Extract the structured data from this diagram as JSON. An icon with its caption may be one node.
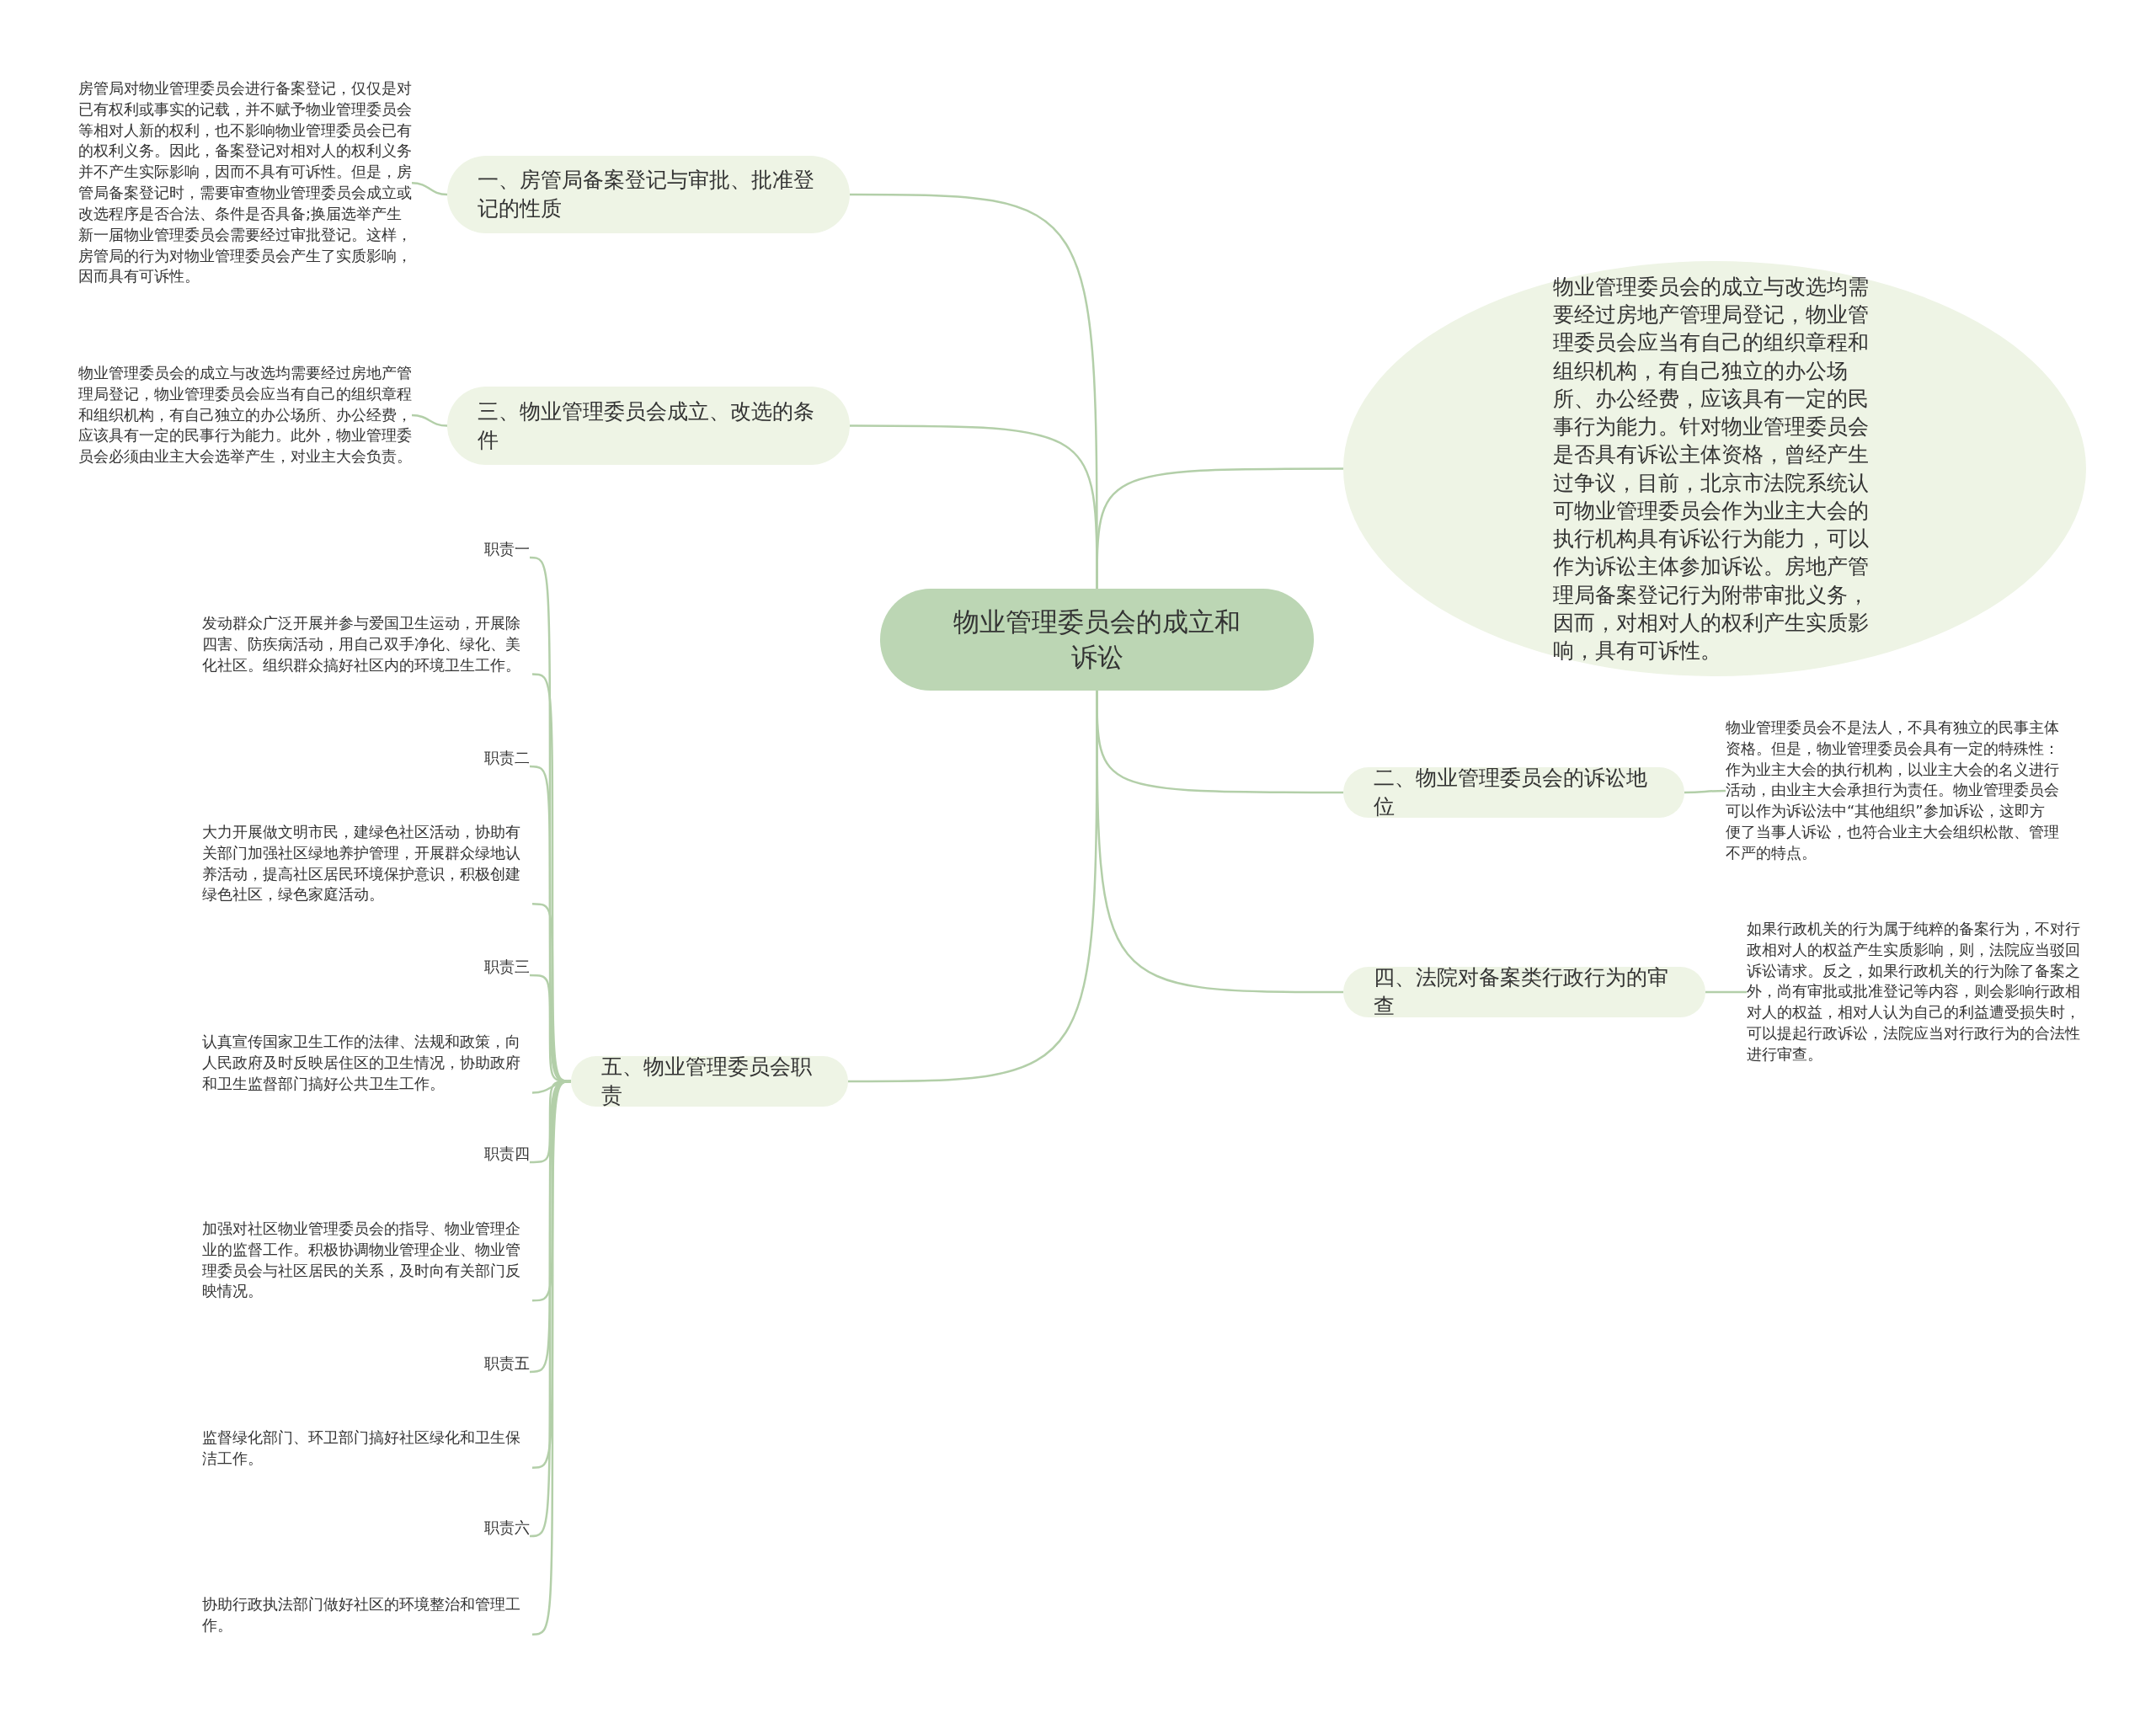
{
  "diagram": {
    "nodes": [
      {
        "text": [
          "物业管理委员会的成立和诉讼"
        ]
      },
      {
        "text": [
          "一、房管局备案登记与审批、批准登记的性质"
        ]
      },
      {
        "text": [
          "房管局对物业管理委员会进行备案登记，仅仅是对已有权利或事实的记载，并不赋予物业管理委员会等相对人新的权利，也不影响物业管理委员会已有的权利义务。因此，备案登记对相对人的权利义务并不产生实际影响，因而不具有可诉性。但是，房管局备案登记时，需要审查物业管理委员会成立或改选程序是否合法、条件是否具备;换届选举产生新一届物业管理委员会需要经过审批登记。这样，房管局的行为对物业管理委员会产生了实质影响，因而具有可诉性。"
        ]
      },
      {
        "text": [
          "三、物业管理委员会成立、改选的条件"
        ]
      },
      {
        "text": [
          "物业管理委员会的成立与改选均需要经过房地产管理局登记，物业管理委员会应当有自己的组织章程和组织机构，有自己独立的办公场所、办公经费，应该具有一定的民事行为能力。此外，物业管理委员会必须由业主大会选举产生，对业主大会负责。"
        ]
      },
      {
        "text": [
          "物业管理委员会的成立与改选均需要经过房地产管理局登记，物业管理委员会应当有自己的组织章程和组织机构，有自己独立的办公场所、办公经费，应该具有一定的民事行为能力。针对物业管理委员会是否具有诉讼主体资格，曾经产生过争议，目前，北京市法院系统认可物业管理委员会作为业主大会的执行机构具有诉讼行为能力，可以作为诉讼主体参加诉讼。房地产管理局备案登记行为附带审批义务，因而，对相对人的权利产生实质影响，具有可诉性。"
        ]
      },
      {
        "text": [
          "二、物业管理委员会的诉讼地位"
        ]
      },
      {
        "text": [
          "物业管理委员会不是法人，不具有独立的民事主体资格。但是，物业管理委员会具有一定的特殊性：作为业主大会的执行机构，以业主大会的名义进行活动，由业主大会承担行为责任。物业管理委员会可以作为诉讼法中“其他组织”参加诉讼，这即方便了当事人诉讼，也符合业主大会组织松散、管理不严的特点。"
        ]
      },
      {
        "text": [
          "四、法院对备案类行政行为的审查"
        ]
      },
      {
        "text": [
          "如果行政机关的行为属于纯粹的备案行为，不对行政相对人的权益产生实质影响，则，法院应当驳回诉讼请求。反之，如果行政机关的行为除了备案之外，尚有审批或批准登记等内容，则会影响行政相对人的权益，相对人认为自己的利益遭受损失时，可以提起行政诉讼，法院应当对行政行为的合法性进行审查。"
        ]
      },
      {
        "text": [
          "五、物业管理委员会职责"
        ]
      },
      {
        "text": [
          "职责一"
        ]
      },
      {
        "text": [
          "发动群众广泛开展并参与爱国卫生运动，开展除四害、防疾病活动，用自己双手净化、绿化、美化社区。组织群众搞好社区内的环境卫生工作。"
        ]
      },
      {
        "text": [
          "职责二"
        ]
      },
      {
        "text": [
          "大力开展做文明市民，建绿色社区活动，协助有关部门加强社区绿地养护管理，开展群众绿地认养活动，提高社区居民环境保护意识，积极创建绿色社区，绿色家庭活动。"
        ]
      },
      {
        "text": [
          "职责三"
        ]
      },
      {
        "text": [
          "认真宣传国家卫生工作的法律、法规和政策，向人民政府及时反映居住区的卫生情况，协助政府和卫生监督部门搞好公共卫生工作。"
        ]
      },
      {
        "text": [
          "职责四"
        ]
      },
      {
        "text": [
          "加强对社区物业管理委员会的指导、物业管理企业的监督工作。积极协调物业管理企业、物业管理委员会与社区居民的关系，及时向有关部门反映情况。"
        ]
      },
      {
        "text": [
          "职责五"
        ]
      },
      {
        "text": [
          "监督绿化部门、环卫部门搞好社区绿化和卫生保洁工作。"
        ]
      },
      {
        "text": [
          "职责六"
        ]
      },
      {
        "text": [
          "协助行政执法部门做好社区的环境整治和管理工作。"
        ]
      }
    ],
    "edges": [
      {
        "from": 0,
        "to": 1,
        "arrow": "none"
      },
      {
        "from": 1,
        "to": 2,
        "arrow": "none"
      },
      {
        "from": 0,
        "to": 3,
        "arrow": "none"
      },
      {
        "from": 3,
        "to": 4,
        "arrow": "none"
      },
      {
        "from": 0,
        "to": 5,
        "arrow": "none"
      },
      {
        "from": 0,
        "to": 6,
        "arrow": "none"
      },
      {
        "from": 6,
        "to": 7,
        "arrow": "none"
      },
      {
        "from": 0,
        "to": 8,
        "arrow": "none"
      },
      {
        "from": 8,
        "to": 9,
        "arrow": "none"
      },
      {
        "from": 0,
        "to": 10,
        "arrow": "none"
      },
      {
        "from": 10,
        "to": 11,
        "arrow": "none"
      },
      {
        "from": 10,
        "to": 12,
        "arrow": "none"
      },
      {
        "from": 10,
        "to": 13,
        "arrow": "none"
      },
      {
        "from": 10,
        "to": 14,
        "arrow": "none"
      },
      {
        "from": 10,
        "to": 15,
        "arrow": "none"
      },
      {
        "from": 10,
        "to": 16,
        "arrow": "none"
      },
      {
        "from": 10,
        "to": 17,
        "arrow": "none"
      },
      {
        "from": 10,
        "to": 18,
        "arrow": "none"
      },
      {
        "from": 10,
        "to": 19,
        "arrow": "none"
      },
      {
        "from": 10,
        "to": 20,
        "arrow": "none"
      },
      {
        "from": 10,
        "to": 21,
        "arrow": "none"
      },
      {
        "from": 10,
        "to": 22,
        "arrow": "none"
      }
    ]
  }
}
